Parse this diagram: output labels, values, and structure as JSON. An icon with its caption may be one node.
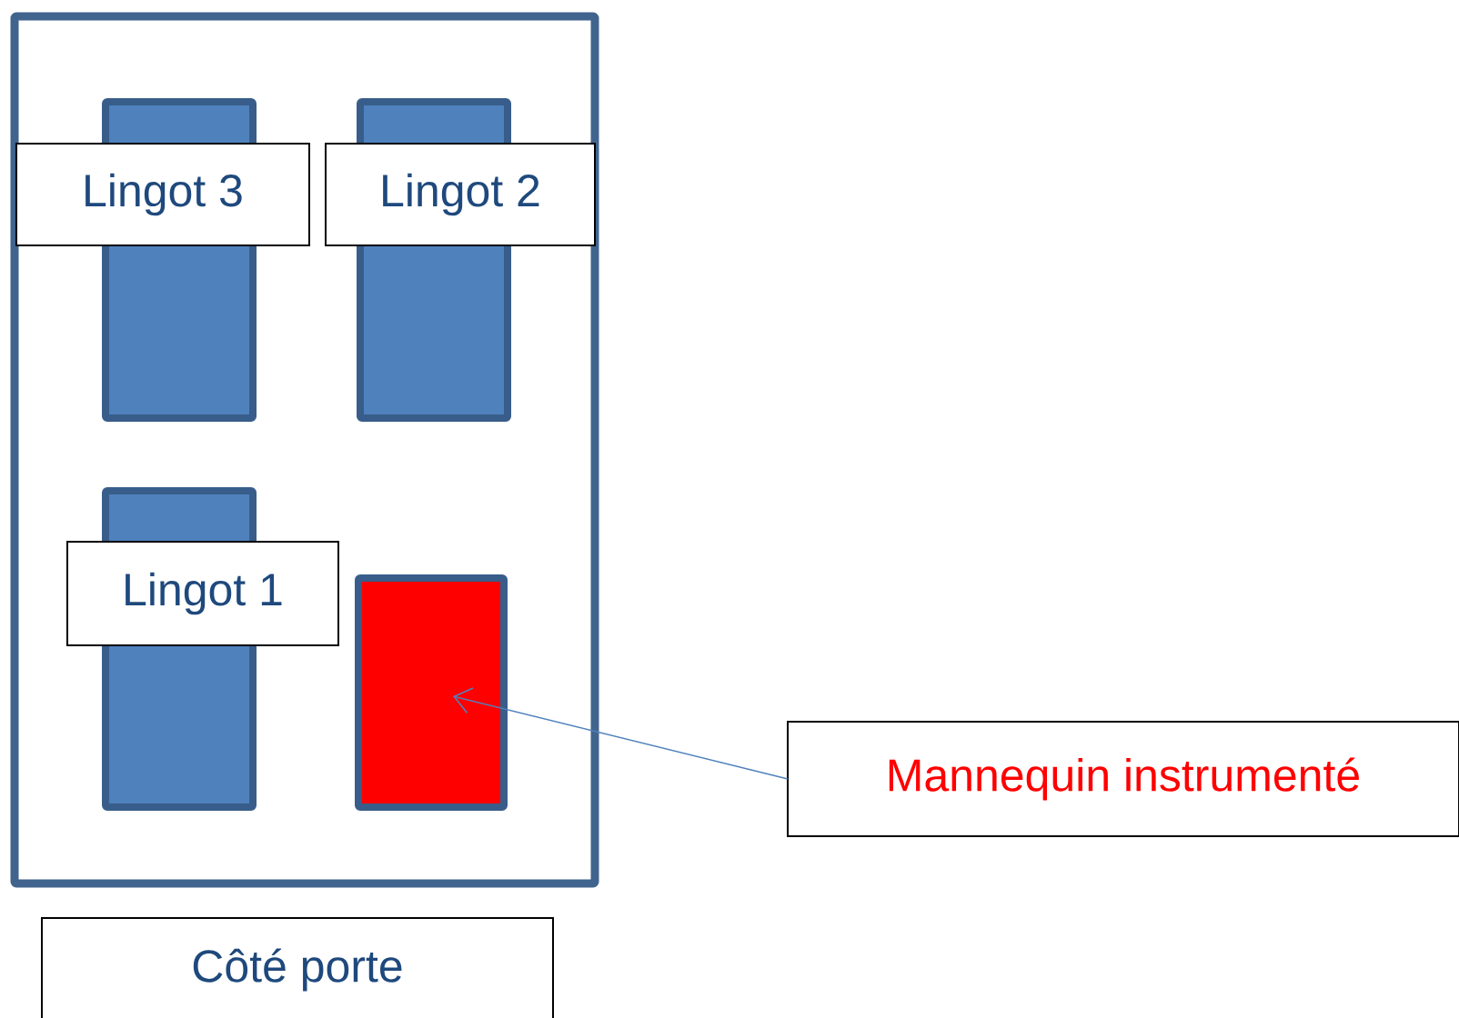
{
  "diagram": {
    "nodes": [
      {
        "text": [],
        "shape": "box"
      },
      {
        "text": [],
        "shape": "bar",
        "in": 0
      },
      {
        "text": [
          "Lingot  3"
        ],
        "in": 0
      },
      {
        "text": [],
        "shape": "bar",
        "in": 0
      },
      {
        "text": [
          "Lingot 2"
        ],
        "in": 0
      },
      {
        "text": [],
        "shape": "bar",
        "in": 0
      },
      {
        "text": [
          "Lingot 1"
        ],
        "in": 0
      },
      {
        "text": [],
        "shape": "bar",
        "in": 0
      },
      {
        "text": [
          "Mannequin instrumenté"
        ]
      },
      {
        "text": [
          "Côté porte"
        ]
      }
    ],
    "edges": [
      {
        "from": 8,
        "to": 7,
        "arrow": "to"
      }
    ]
  }
}
